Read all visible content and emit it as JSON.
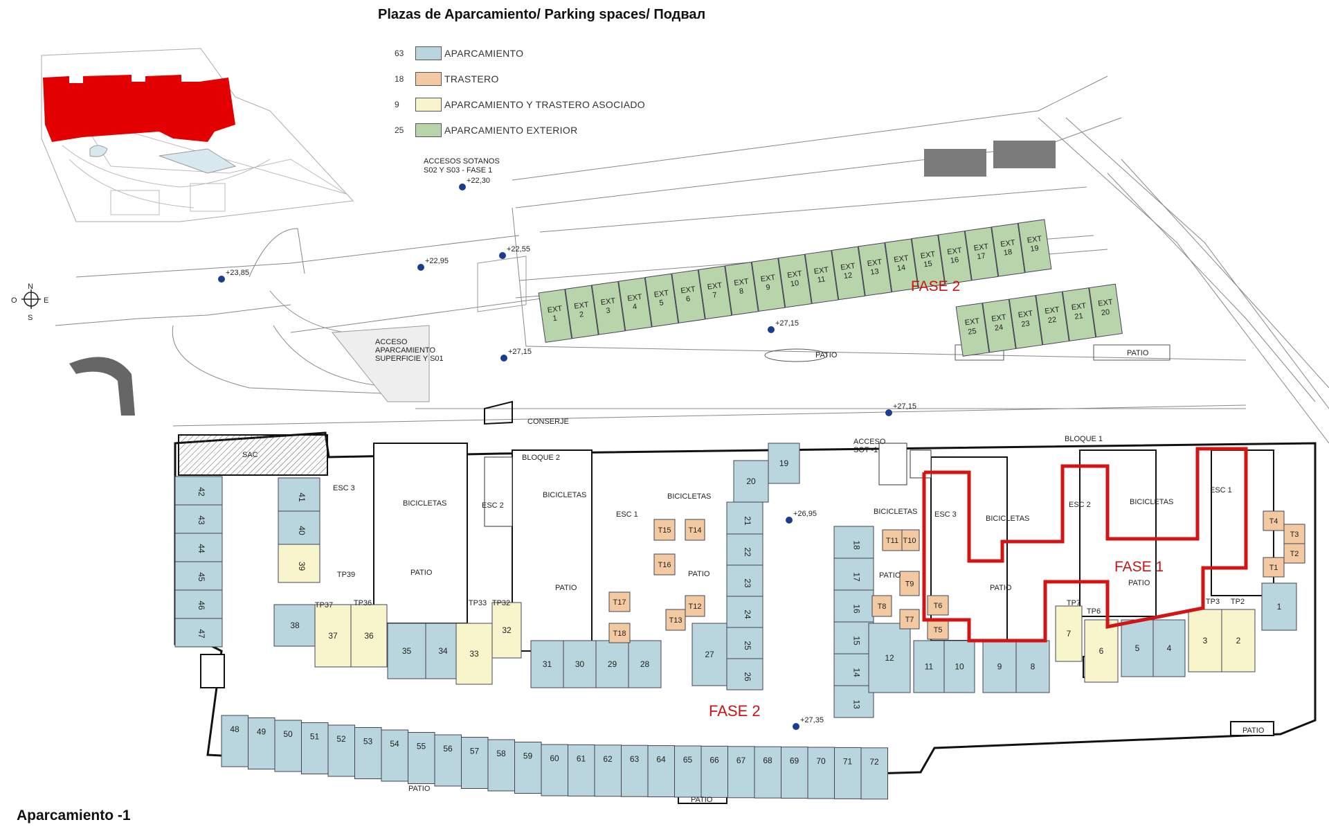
{
  "title": "Plazas de Aparcamiento/ Parking spaces/ Подвал",
  "bottom_title": "Aparcamiento -1",
  "legend": [
    {
      "count": "63",
      "label": "APARCAMIENTO",
      "color": "#b9d5de"
    },
    {
      "count": "18",
      "label": "TRASTERO",
      "color": "#f2c9a0"
    },
    {
      "count": "9",
      "label": "APARCAMIENTO Y TRASTERO ASOCIADO",
      "color": "#f8f4cc"
    },
    {
      "count": "25",
      "label": "APARCAMIENTO EXTERIOR",
      "color": "#b8d4ab"
    }
  ],
  "compass": {
    "n": "N",
    "s": "S",
    "e": "E",
    "o": "O"
  },
  "labels": {
    "fase2_top": "FASE 2",
    "fase2_bottom": "FASE 2",
    "fase1": "FASE 1",
    "patio": "PATIO",
    "conserje": "CONSERJE",
    "bloque2": "BLOQUE 2",
    "bloque1": "BLOQUE 1",
    "sac": "SAC",
    "bicicletas": "BICICLETAS",
    "esc1": "ESC 1",
    "esc2": "ESC 2",
    "esc3": "ESC 3",
    "accesos_sotanos": [
      "ACCESOS SOTANOS",
      "S02 Y S03 - FASE 1"
    ],
    "acceso_aparcamiento": [
      "ACCESO",
      "APARCAMIENTO",
      "SUPERFICIE Y S01"
    ],
    "acceso_sot": [
      "ACCESO",
      "SOT -1"
    ],
    "ext": "EXT"
  },
  "levels": [
    "+22,30",
    "+22,95",
    "+22,55",
    "+23,85",
    "+27,15",
    "+27,15",
    "+27,15",
    "+26,95",
    "+27,35"
  ],
  "ext_spaces_top": [
    "1",
    "2",
    "3",
    "4",
    "5",
    "6",
    "7",
    "8",
    "9",
    "10",
    "11",
    "12",
    "13",
    "14",
    "15",
    "16",
    "17",
    "18",
    "19"
  ],
  "ext_spaces_right": [
    "25",
    "24",
    "23",
    "22",
    "21",
    "20"
  ],
  "bottom_row": [
    "48",
    "49",
    "50",
    "51",
    "52",
    "53",
    "54",
    "55",
    "56",
    "57",
    "58",
    "59",
    "60",
    "61",
    "62",
    "63",
    "64",
    "65",
    "66",
    "67",
    "68",
    "69",
    "70",
    "71",
    "72"
  ],
  "left_column": [
    "42",
    "43",
    "44",
    "45",
    "46",
    "47"
  ],
  "spaces_misc": [
    "41",
    "40",
    "39",
    "38",
    "37",
    "36",
    "35",
    "34",
    "33",
    "32",
    "31",
    "30",
    "29",
    "28",
    "27",
    "26",
    "25",
    "24",
    "23",
    "22",
    "21",
    "20",
    "19",
    "18",
    "17",
    "16",
    "15",
    "14",
    "13",
    "12",
    "11",
    "10",
    "9",
    "8",
    "7",
    "6",
    "5",
    "4",
    "3",
    "2",
    "1"
  ],
  "trasteros": [
    "T1",
    "T2",
    "T3",
    "T4",
    "T5",
    "T6",
    "T7",
    "T8",
    "T9",
    "T10",
    "T11",
    "T12",
    "T13",
    "T14",
    "T15",
    "T16",
    "T17",
    "T18"
  ],
  "tp": [
    "TP2",
    "TP3",
    "TP6",
    "TP7",
    "TP32",
    "TP33",
    "TP36",
    "TP37",
    "TP39"
  ]
}
